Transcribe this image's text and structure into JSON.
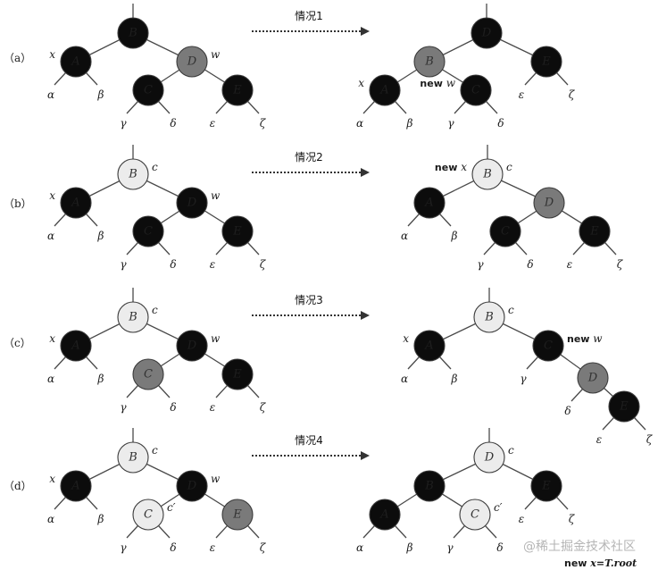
{
  "colors": {
    "black_node": "#0c0c0c",
    "gray_node": "#7a7a7a",
    "white_node": "#ececec",
    "edge": "#4a4a4a",
    "watermark": "#b5b5b5"
  },
  "watermark": "@稀土掘金技术社区",
  "footer": {
    "prefix": "new ",
    "value": "x=T.root"
  },
  "rows": [
    {
      "label": "（a）",
      "case_label": "情况1",
      "before": {
        "nodes": [
          {
            "id": "B",
            "key": "B",
            "color": "black",
            "top_stub": true
          },
          {
            "id": "A",
            "key": "A",
            "color": "black"
          },
          {
            "id": "D",
            "key": "D",
            "color": "gray"
          },
          {
            "id": "C",
            "key": "C",
            "color": "black"
          },
          {
            "id": "E",
            "key": "E",
            "color": "black"
          }
        ],
        "edges": [
          [
            "B",
            "A"
          ],
          [
            "B",
            "D"
          ],
          [
            "D",
            "C"
          ],
          [
            "D",
            "E"
          ]
        ],
        "subtrees": [
          {
            "parent": "A",
            "side": "L",
            "text": "α"
          },
          {
            "parent": "A",
            "side": "R",
            "text": "β"
          },
          {
            "parent": "C",
            "side": "L",
            "text": "γ"
          },
          {
            "parent": "C",
            "side": "R",
            "text": "δ"
          },
          {
            "parent": "E",
            "side": "L",
            "text": "ε"
          },
          {
            "parent": "E",
            "side": "R",
            "text": "ζ"
          }
        ],
        "labels": [
          {
            "node": "A",
            "side": "left",
            "text": "x"
          },
          {
            "node": "D",
            "side": "right",
            "text": "w"
          }
        ]
      },
      "after": {
        "nodes": [
          {
            "id": "D",
            "key": "D",
            "color": "black",
            "top_stub": true
          },
          {
            "id": "B",
            "key": "B",
            "color": "gray"
          },
          {
            "id": "E",
            "key": "E",
            "color": "black"
          },
          {
            "id": "A",
            "key": "A",
            "color": "black"
          },
          {
            "id": "C",
            "key": "C",
            "color": "black"
          }
        ],
        "edges": [
          [
            "D",
            "B"
          ],
          [
            "D",
            "E"
          ],
          [
            "B",
            "A"
          ],
          [
            "B",
            "C"
          ]
        ],
        "subtrees": [
          {
            "parent": "A",
            "side": "L",
            "text": "α"
          },
          {
            "parent": "A",
            "side": "R",
            "text": "β"
          },
          {
            "parent": "C",
            "side": "L",
            "text": "γ"
          },
          {
            "parent": "C",
            "side": "R",
            "text": "δ"
          },
          {
            "parent": "E",
            "side": "L",
            "text": "ε"
          },
          {
            "parent": "E",
            "side": "R",
            "text": "ζ"
          }
        ],
        "labels": [
          {
            "node": "A",
            "side": "left",
            "text": "x"
          },
          {
            "node": "C",
            "side": "left",
            "prefix": "new",
            "text": "w"
          }
        ]
      }
    },
    {
      "label": "（b）",
      "case_label": "情况2",
      "before": {
        "nodes": [
          {
            "id": "B",
            "key": "B",
            "color": "white",
            "top_stub": true
          },
          {
            "id": "A",
            "key": "A",
            "color": "black"
          },
          {
            "id": "D",
            "key": "D",
            "color": "black"
          },
          {
            "id": "C",
            "key": "C",
            "color": "black"
          },
          {
            "id": "E",
            "key": "E",
            "color": "black"
          }
        ],
        "edges": [
          [
            "B",
            "A"
          ],
          [
            "B",
            "D"
          ],
          [
            "D",
            "C"
          ],
          [
            "D",
            "E"
          ]
        ],
        "subtrees": [
          {
            "parent": "A",
            "side": "L",
            "text": "α"
          },
          {
            "parent": "A",
            "side": "R",
            "text": "β"
          },
          {
            "parent": "C",
            "side": "L",
            "text": "γ"
          },
          {
            "parent": "C",
            "side": "R",
            "text": "δ"
          },
          {
            "parent": "E",
            "side": "L",
            "text": "ε"
          },
          {
            "parent": "E",
            "side": "R",
            "text": "ζ"
          }
        ],
        "labels": [
          {
            "node": "A",
            "side": "left",
            "text": "x"
          },
          {
            "node": "B",
            "side": "right",
            "text": "c"
          },
          {
            "node": "D",
            "side": "right",
            "text": "w"
          }
        ]
      },
      "after": {
        "nodes": [
          {
            "id": "B",
            "key": "B",
            "color": "white",
            "top_stub": true
          },
          {
            "id": "A",
            "key": "A",
            "color": "black"
          },
          {
            "id": "D",
            "key": "D",
            "color": "gray"
          },
          {
            "id": "C",
            "key": "C",
            "color": "black"
          },
          {
            "id": "E",
            "key": "E",
            "color": "black"
          }
        ],
        "edges": [
          [
            "B",
            "A"
          ],
          [
            "B",
            "D"
          ],
          [
            "D",
            "C"
          ],
          [
            "D",
            "E"
          ]
        ],
        "subtrees": [
          {
            "parent": "A",
            "side": "L",
            "text": "α"
          },
          {
            "parent": "A",
            "side": "R",
            "text": "β"
          },
          {
            "parent": "C",
            "side": "L",
            "text": "γ"
          },
          {
            "parent": "C",
            "side": "R",
            "text": "δ"
          },
          {
            "parent": "E",
            "side": "L",
            "text": "ε"
          },
          {
            "parent": "E",
            "side": "R",
            "text": "ζ"
          }
        ],
        "labels": [
          {
            "node": "B",
            "side": "left",
            "prefix": "new",
            "text": "x"
          },
          {
            "node": "B",
            "side": "right",
            "text": "c"
          }
        ]
      }
    },
    {
      "label": "（c）",
      "case_label": "情况3",
      "before": {
        "nodes": [
          {
            "id": "B",
            "key": "B",
            "color": "white",
            "top_stub": true
          },
          {
            "id": "A",
            "key": "A",
            "color": "black"
          },
          {
            "id": "D",
            "key": "D",
            "color": "black"
          },
          {
            "id": "C",
            "key": "C",
            "color": "gray"
          },
          {
            "id": "E",
            "key": "E",
            "color": "black"
          }
        ],
        "edges": [
          [
            "B",
            "A"
          ],
          [
            "B",
            "D"
          ],
          [
            "D",
            "C"
          ],
          [
            "D",
            "E"
          ]
        ],
        "subtrees": [
          {
            "parent": "A",
            "side": "L",
            "text": "α"
          },
          {
            "parent": "A",
            "side": "R",
            "text": "β"
          },
          {
            "parent": "C",
            "side": "L",
            "text": "γ"
          },
          {
            "parent": "C",
            "side": "R",
            "text": "δ"
          },
          {
            "parent": "E",
            "side": "L",
            "text": "ε"
          },
          {
            "parent": "E",
            "side": "R",
            "text": "ζ"
          }
        ],
        "labels": [
          {
            "node": "A",
            "side": "left",
            "text": "x"
          },
          {
            "node": "B",
            "side": "right",
            "text": "c"
          },
          {
            "node": "D",
            "side": "right",
            "text": "w"
          }
        ]
      },
      "after": {
        "nodes": [
          {
            "id": "B",
            "key": "B",
            "color": "white",
            "top_stub": true
          },
          {
            "id": "A",
            "key": "A",
            "color": "black"
          },
          {
            "id": "C",
            "key": "C",
            "color": "black"
          },
          {
            "id": "D",
            "key": "D",
            "color": "gray"
          },
          {
            "id": "E",
            "key": "E",
            "color": "black"
          }
        ],
        "edges": [
          [
            "B",
            "A"
          ],
          [
            "B",
            "C"
          ],
          [
            "C",
            "D"
          ],
          [
            "D",
            "E"
          ]
        ],
        "subtrees": [
          {
            "parent": "A",
            "side": "L",
            "text": "α"
          },
          {
            "parent": "A",
            "side": "R",
            "text": "β"
          },
          {
            "parent": "C",
            "side": "L",
            "text": "γ"
          },
          {
            "parent": "D",
            "side": "L",
            "text": "δ"
          },
          {
            "parent": "E",
            "side": "L",
            "text": "ε"
          },
          {
            "parent": "E",
            "side": "R",
            "text": "ζ"
          }
        ],
        "labels": [
          {
            "node": "A",
            "side": "left",
            "text": "x"
          },
          {
            "node": "B",
            "side": "right",
            "text": "c"
          },
          {
            "node": "C",
            "side": "right",
            "prefix": "new",
            "text": "w"
          }
        ]
      }
    },
    {
      "label": "（d）",
      "case_label": "情况4",
      "before": {
        "nodes": [
          {
            "id": "B",
            "key": "B",
            "color": "white",
            "top_stub": true
          },
          {
            "id": "A",
            "key": "A",
            "color": "black"
          },
          {
            "id": "D",
            "key": "D",
            "color": "black"
          },
          {
            "id": "C",
            "key": "C",
            "color": "white"
          },
          {
            "id": "E",
            "key": "E",
            "color": "gray"
          }
        ],
        "edges": [
          [
            "B",
            "A"
          ],
          [
            "B",
            "D"
          ],
          [
            "D",
            "C"
          ],
          [
            "D",
            "E"
          ]
        ],
        "subtrees": [
          {
            "parent": "A",
            "side": "L",
            "text": "α"
          },
          {
            "parent": "A",
            "side": "R",
            "text": "β"
          },
          {
            "parent": "C",
            "side": "L",
            "text": "γ"
          },
          {
            "parent": "C",
            "side": "R",
            "text": "δ"
          },
          {
            "parent": "E",
            "side": "L",
            "text": "ε"
          },
          {
            "parent": "E",
            "side": "R",
            "text": "ζ"
          }
        ],
        "labels": [
          {
            "node": "A",
            "side": "left",
            "text": "x"
          },
          {
            "node": "B",
            "side": "right",
            "text": "c"
          },
          {
            "node": "D",
            "side": "right",
            "text": "w"
          },
          {
            "node": "C",
            "side": "right",
            "text": "c′"
          }
        ]
      },
      "after": {
        "nodes": [
          {
            "id": "D",
            "key": "D",
            "color": "white",
            "top_stub": true
          },
          {
            "id": "B",
            "key": "B",
            "color": "black"
          },
          {
            "id": "E",
            "key": "E",
            "color": "black"
          },
          {
            "id": "A",
            "key": "A",
            "color": "black"
          },
          {
            "id": "C",
            "key": "C",
            "color": "white"
          }
        ],
        "edges": [
          [
            "D",
            "B"
          ],
          [
            "D",
            "E"
          ],
          [
            "B",
            "A"
          ],
          [
            "B",
            "C"
          ]
        ],
        "subtrees": [
          {
            "parent": "A",
            "side": "L",
            "text": "α"
          },
          {
            "parent": "A",
            "side": "R",
            "text": "β"
          },
          {
            "parent": "C",
            "side": "L",
            "text": "γ"
          },
          {
            "parent": "C",
            "side": "R",
            "text": "δ"
          },
          {
            "parent": "E",
            "side": "L",
            "text": "ε"
          },
          {
            "parent": "E",
            "side": "R",
            "text": "ζ"
          }
        ],
        "labels": [
          {
            "node": "D",
            "side": "right",
            "text": "c"
          },
          {
            "node": "C",
            "side": "right",
            "text": "c′"
          }
        ]
      }
    }
  ]
}
